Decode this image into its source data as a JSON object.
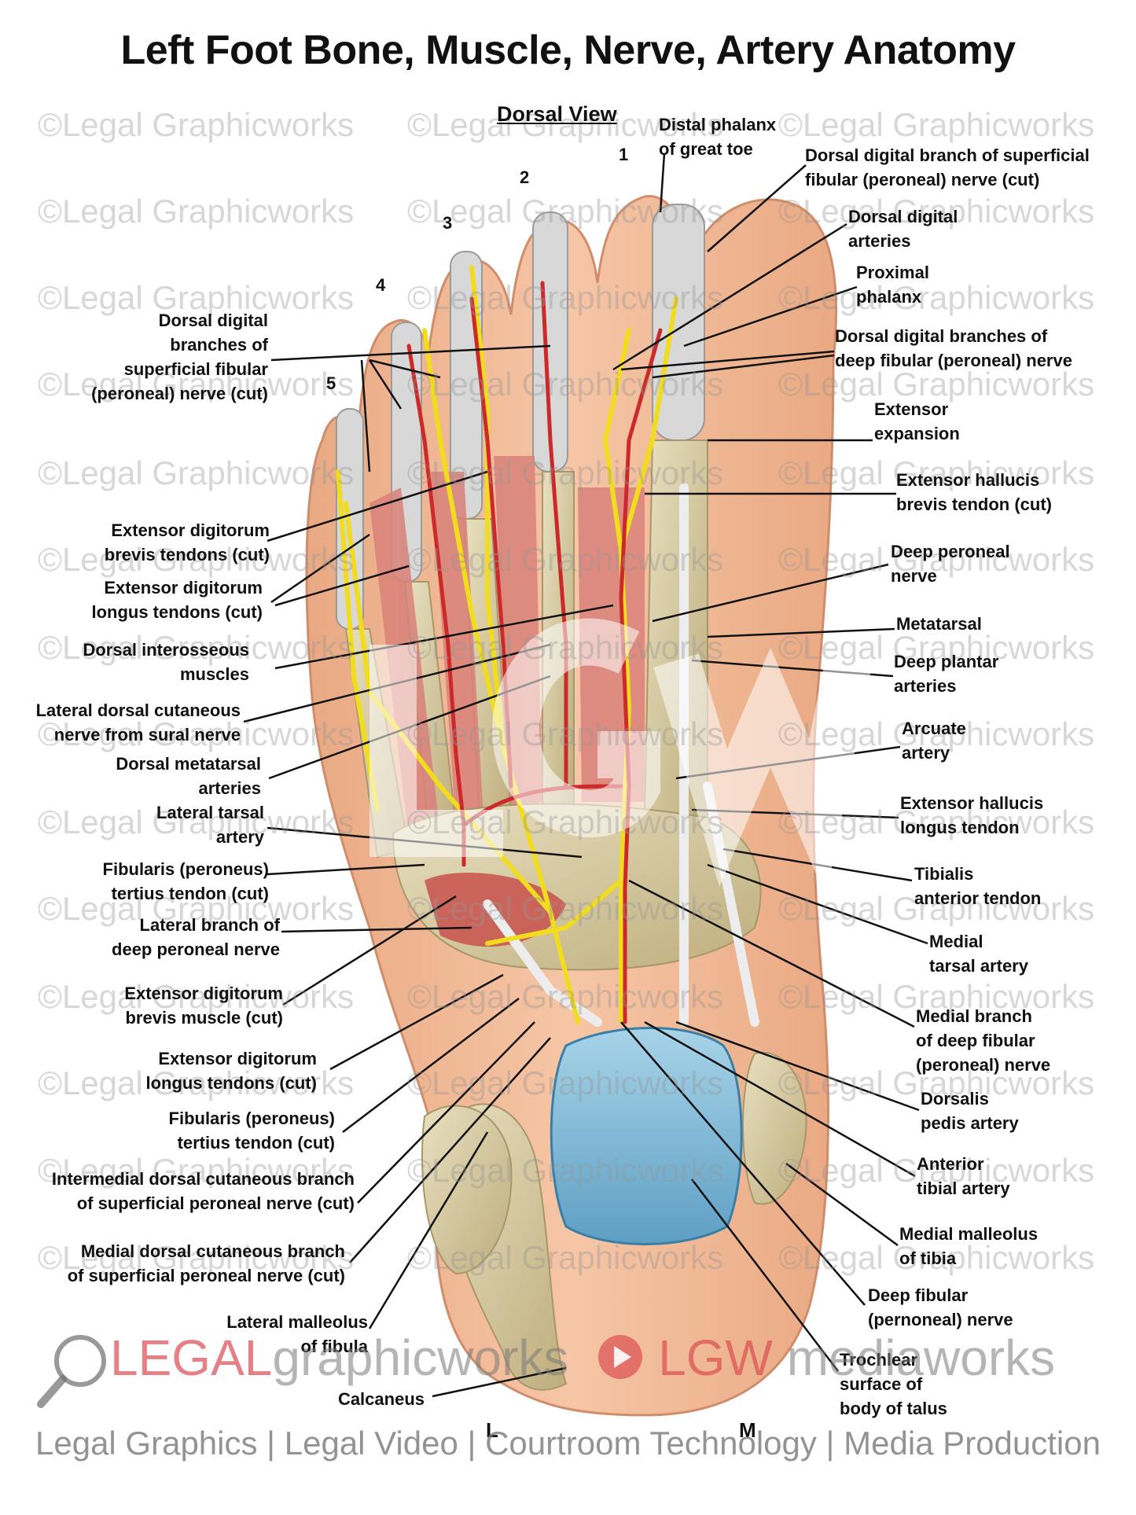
{
  "title": "Left Foot Bone, Muscle, Nerve, Artery Anatomy",
  "subtitle": "Dorsal View",
  "toe_numbers": [
    "1",
    "2",
    "3",
    "4",
    "5"
  ],
  "side_labels": {
    "lateral": "L",
    "medial": "M"
  },
  "left_labels": [
    [
      "Dorsal digital",
      "branches of",
      "superficial fibular",
      "(peroneal) nerve (cut)"
    ],
    [
      "Extensor digitorum",
      "brevis tendons (cut)"
    ],
    [
      "Extensor digitorum",
      "longus tendons (cut)"
    ],
    [
      "Dorsal interosseous",
      "muscles"
    ],
    [
      "Lateral dorsal cutaneous",
      "nerve from sural nerve"
    ],
    [
      "Dorsal metatarsal",
      "arteries"
    ],
    [
      "Lateral tarsal",
      "artery"
    ],
    [
      "Fibularis (peroneus)",
      "tertius tendon (cut)"
    ],
    [
      "Lateral branch of",
      "deep peroneal nerve"
    ],
    [
      "Extensor digitorum",
      "brevis muscle (cut)"
    ],
    [
      "Extensor digitorum",
      "longus tendons (cut)"
    ],
    [
      "Fibularis (peroneus)",
      "tertius tendon (cut)"
    ],
    [
      "Intermedial dorsal cutaneous branch",
      "of superficial peroneal nerve (cut)"
    ],
    [
      "Medial dorsal cutaneous branch",
      "of superficial peroneal nerve (cut)"
    ],
    [
      "Lateral malleolus",
      "of fibula"
    ],
    [
      "Calcaneus"
    ]
  ],
  "right_labels": [
    [
      "Distal phalanx",
      "of great toe"
    ],
    [
      "Dorsal digital branch of superficial",
      "fibular (peroneal) nerve (cut)"
    ],
    [
      "Dorsal digital",
      "arteries"
    ],
    [
      "Proximal",
      "phalanx"
    ],
    [
      "Dorsal digital branches of",
      "deep fibular (peroneal) nerve"
    ],
    [
      "Extensor",
      "expansion"
    ],
    [
      "Extensor hallucis",
      "brevis tendon (cut)"
    ],
    [
      "Deep peroneal",
      "nerve"
    ],
    [
      "Metatarsal"
    ],
    [
      "Deep plantar",
      "arteries"
    ],
    [
      "Arcuate",
      "artery"
    ],
    [
      "Extensor hallucis",
      "longus tendon"
    ],
    [
      "Tibialis",
      "anterior tendon"
    ],
    [
      "Medial",
      "tarsal artery"
    ],
    [
      "Medial branch",
      "of deep fibular",
      "(peroneal) nerve"
    ],
    [
      "Dorsalis",
      "pedis artery"
    ],
    [
      "Anterior",
      "tibial artery"
    ],
    [
      "Medial malleolus",
      "of tibia"
    ],
    [
      "Deep fibular",
      "(pernoneal) nerve"
    ],
    [
      "Trochlear",
      "surface of",
      "body of talus"
    ]
  ],
  "watermark": "©Legal Graphicworks",
  "brand": {
    "legal": "LEGAL",
    "graphic": "graphicworks",
    "lgw": "LGW",
    "media": "mediaworks"
  },
  "footer": "Legal Graphics | Legal Video | Courtroom Technology | Media Production",
  "colors": {
    "nerve": "#f2dc1e",
    "artery": "#cc2a2a",
    "muscle": "#d9827a",
    "bone": "#d9cfa8",
    "skin": "#efb48e",
    "talus": "#8ec3dd"
  }
}
